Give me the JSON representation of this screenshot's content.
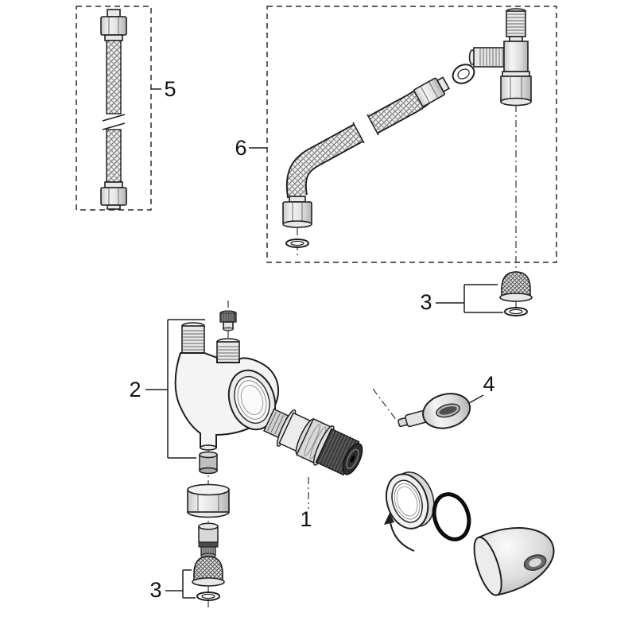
{
  "diagram": {
    "type": "exploded-parts-diagram",
    "callouts": {
      "c1": "1",
      "c2": "2",
      "c3_top": "3",
      "c3_bottom": "3",
      "c4": "4",
      "c5": "5",
      "c6": "6"
    },
    "colors": {
      "background": "#ffffff",
      "line": "#1f1f1f",
      "metal_light": "#f2f2f2",
      "metal_mid": "#cfcfcf",
      "metal_dark": "#3d3d3d"
    }
  }
}
